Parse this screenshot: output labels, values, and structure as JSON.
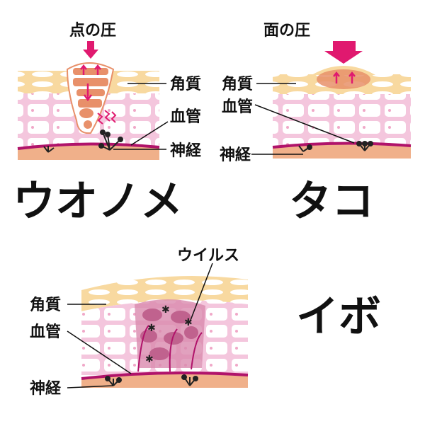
{
  "panels": [
    {
      "title": "点の圧",
      "name": "ウオノメ",
      "labels": {
        "horny_layer": "角質",
        "blood_vessel": "血管",
        "nerve": "神経"
      }
    },
    {
      "title": "面の圧",
      "name": "タコ",
      "labels": {
        "horny_layer": "角質",
        "blood_vessel": "血管",
        "nerve": "神経"
      }
    },
    {
      "name": "イボ",
      "labels": {
        "virus": "ウイルス",
        "horny_layer": "角質",
        "blood_vessel": "血管",
        "nerve": "神経"
      }
    }
  ],
  "colors": {
    "horny": "#f8d9a0",
    "epidermis": "#f4c6dd",
    "vessel": "#b0136a",
    "dermis": "#f0b08a",
    "arrow": "#e0196f",
    "core": "#e8906a"
  }
}
